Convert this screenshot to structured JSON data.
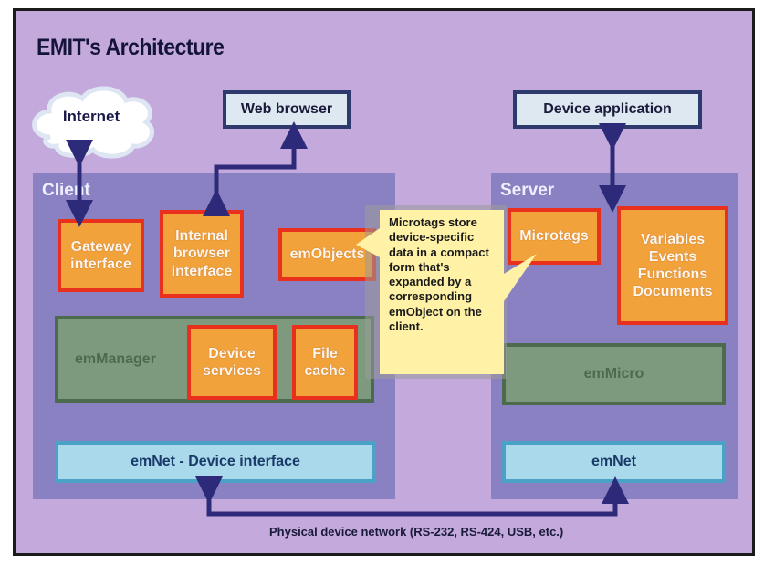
{
  "title": "EMIT's Architecture",
  "internet": "Internet",
  "web_browser": "Web browser",
  "device_application": "Device application",
  "client": {
    "label": "Client",
    "gateway": "Gateway\ninterface",
    "internal_browser": "Internal\nbrowser\ninterface",
    "emobjects": "emObjects",
    "emmanager": "emManager",
    "device_services": "Device\nservices",
    "file_cache": "File\ncache",
    "emnet": "emNet - Device interface"
  },
  "server": {
    "label": "Server",
    "microtags": "Microtags",
    "variables": "Variables\nEvents\nFunctions\nDocuments",
    "emmicro": "emMicro",
    "emnet": "emNet"
  },
  "callout": "Microtags store\ndevice-specific\ndata in a compact\nform that's\nexpanded by a\ncorresponding\nemObject on the\nclient.",
  "network_label": "Physical device network (RS-232, RS-424, USB, etc.)",
  "colors": {
    "background": "#c4a9dc",
    "panel": "#8a81c2",
    "component_fill": "#f1a23b",
    "component_border": "#e8301c",
    "manager": "#7d9a7e",
    "network": "#a9d9ea",
    "arrow": "#2e2a7a",
    "callout": "#fff2a6"
  }
}
